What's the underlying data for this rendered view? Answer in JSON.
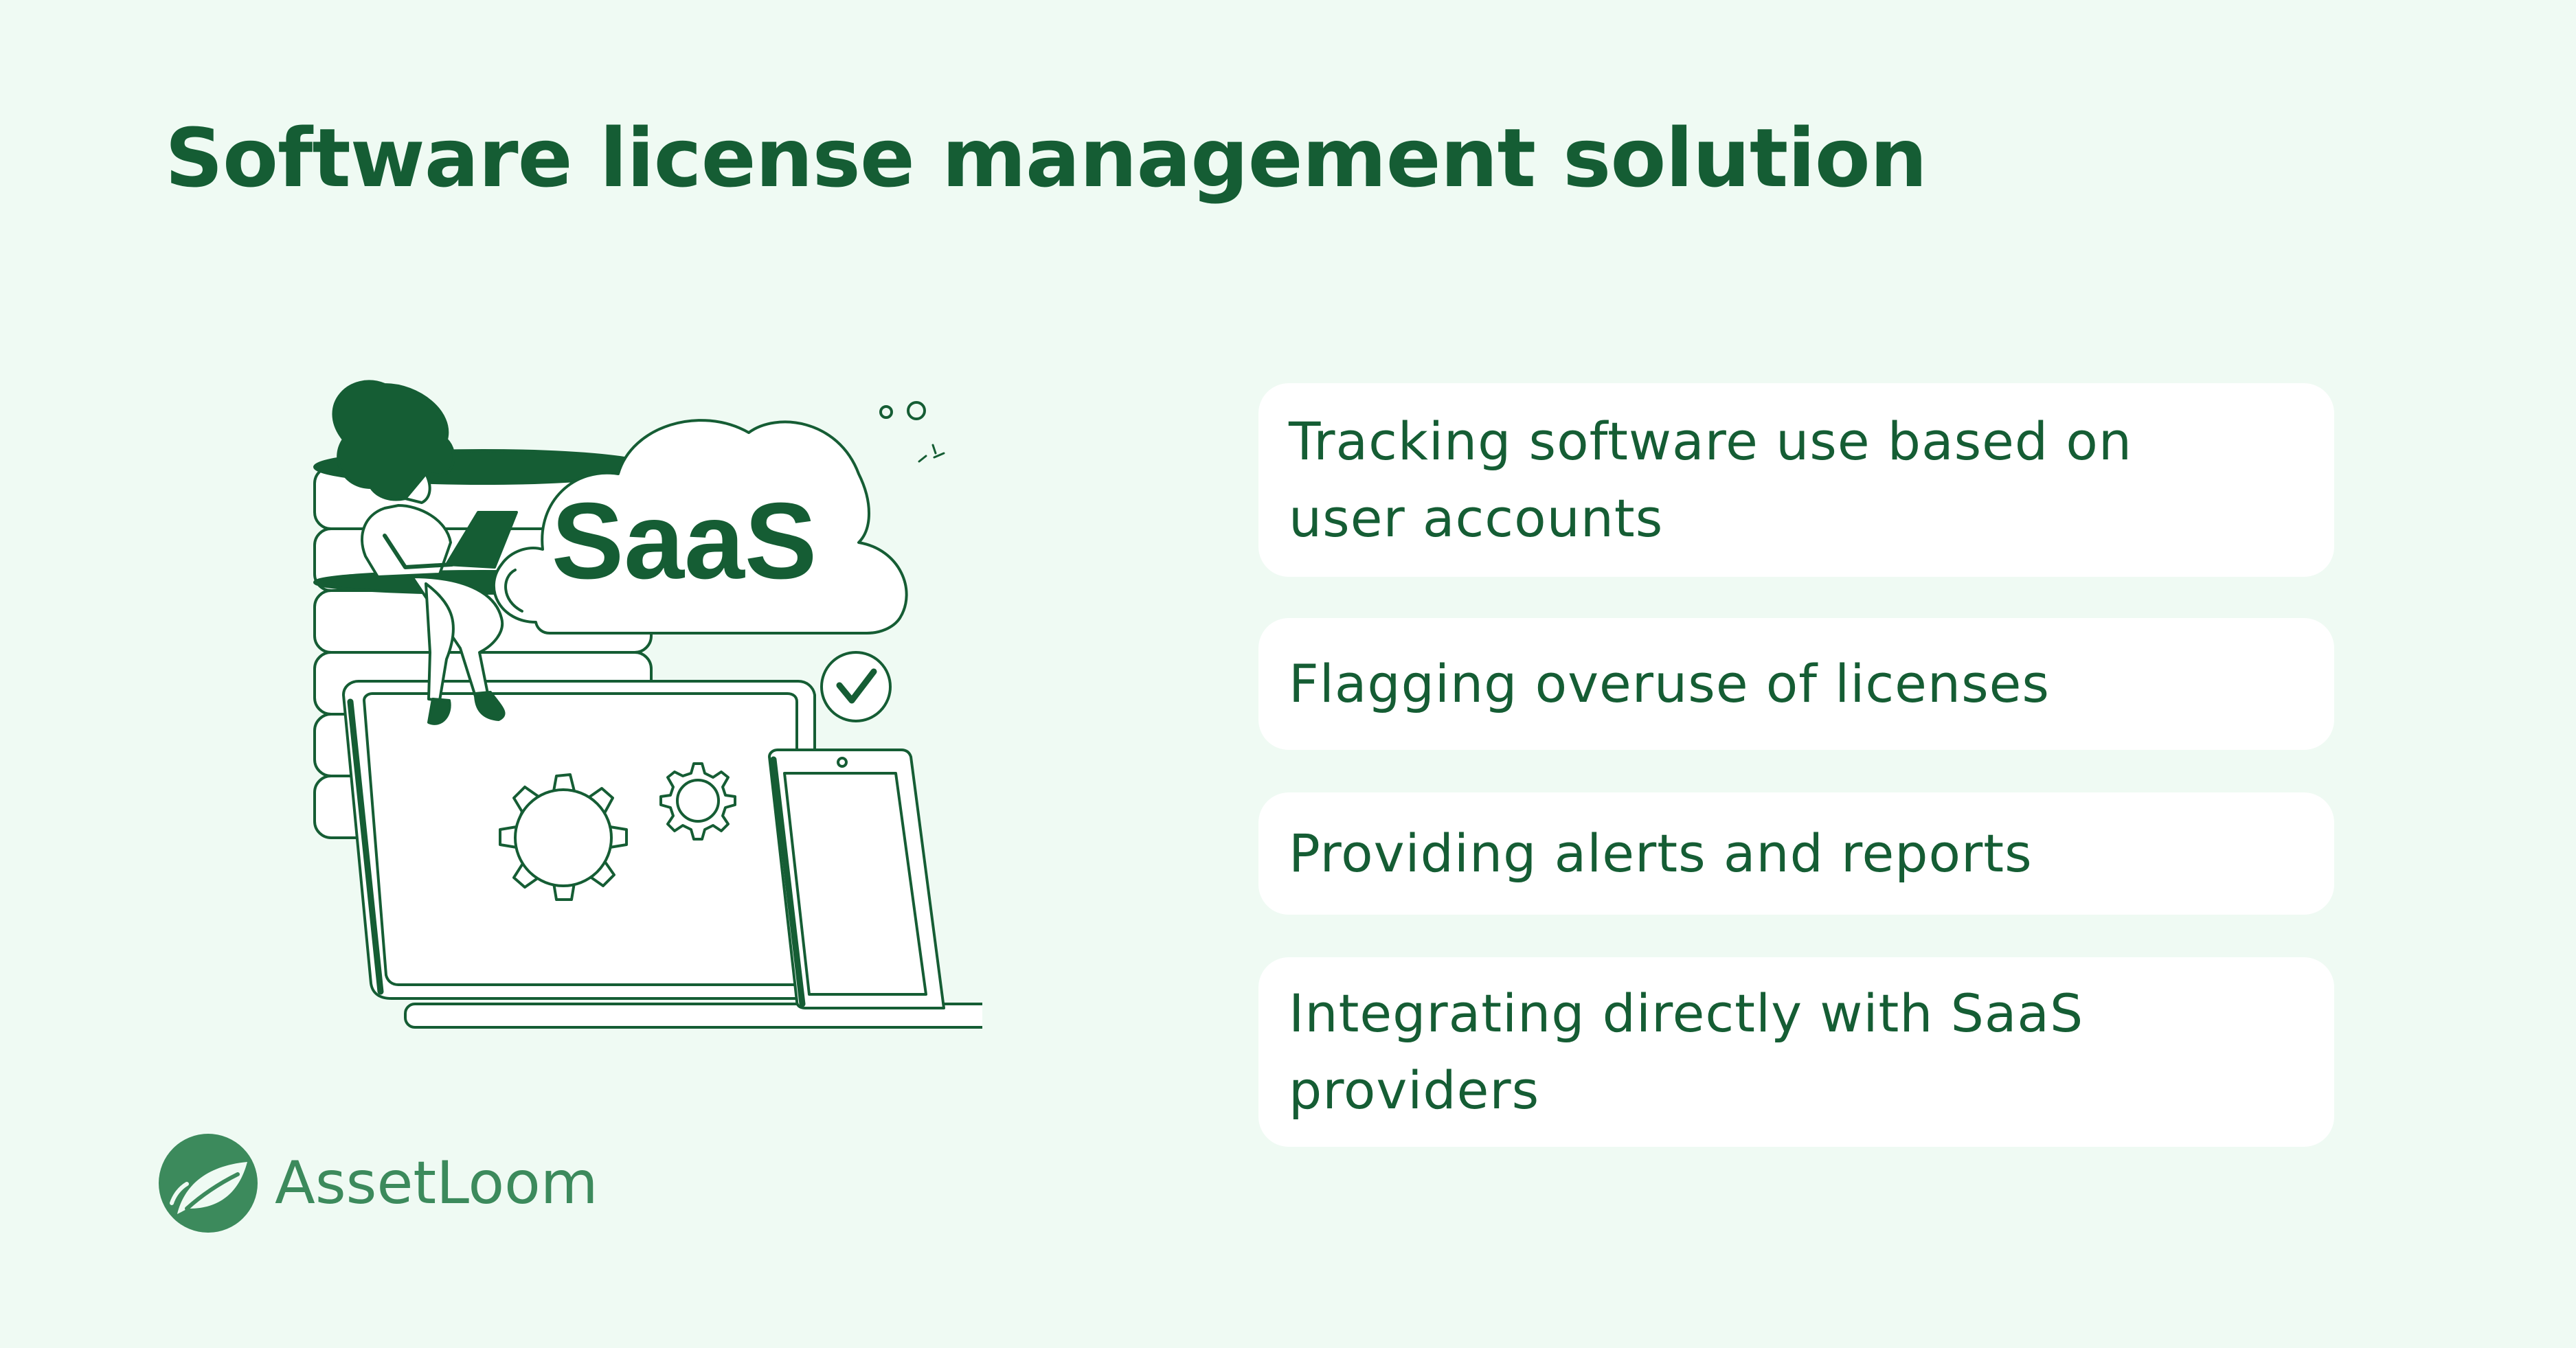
{
  "title": "Software license management solution",
  "illustration": {
    "cloud_label": "SaaS"
  },
  "features": [
    {
      "line1": "Tracking software use based on",
      "line2": "user accounts"
    },
    {
      "line1": "Flagging overuse of licenses",
      "line2": ""
    },
    {
      "line1": "Providing alerts and reports",
      "line2": ""
    },
    {
      "line1": "Integrating directly with SaaS",
      "line2": "providers"
    }
  ],
  "brand": {
    "name": "AssetLoom"
  },
  "colors": {
    "background": "#effaf3",
    "primary_green": "#155d34",
    "brand_green": "#3c8a5c",
    "card": "#ffffff"
  },
  "icons": [
    "woman-with-laptop-icon",
    "cloud-icon",
    "database-icon",
    "monitor-icon",
    "gear-icon",
    "tablet-icon",
    "checkmark-icon",
    "leaf-logo-icon"
  ]
}
